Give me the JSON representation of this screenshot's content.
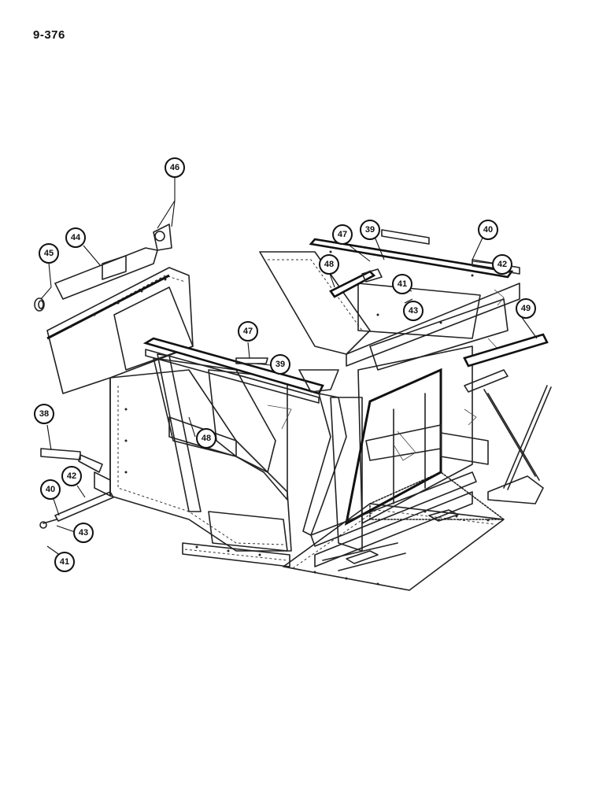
{
  "page_number": "9-376",
  "callouts": [
    {
      "id": "c46a",
      "label": "46"
    },
    {
      "id": "c44",
      "label": "44"
    },
    {
      "id": "c45",
      "label": "45"
    },
    {
      "id": "c47a",
      "label": "47"
    },
    {
      "id": "c39a",
      "label": "39"
    },
    {
      "id": "c40a",
      "label": "40"
    },
    {
      "id": "c42a",
      "label": "42"
    },
    {
      "id": "c48a",
      "label": "48"
    },
    {
      "id": "c41a",
      "label": "41"
    },
    {
      "id": "c43a",
      "label": "43"
    },
    {
      "id": "c49",
      "label": "49"
    },
    {
      "id": "c47b",
      "label": "47"
    },
    {
      "id": "c39b",
      "label": "39"
    },
    {
      "id": "c48b",
      "label": "48"
    },
    {
      "id": "c38",
      "label": "38"
    },
    {
      "id": "c42b",
      "label": "42"
    },
    {
      "id": "c40b",
      "label": "40"
    },
    {
      "id": "c43b",
      "label": "43"
    },
    {
      "id": "c41b",
      "label": "41"
    }
  ]
}
